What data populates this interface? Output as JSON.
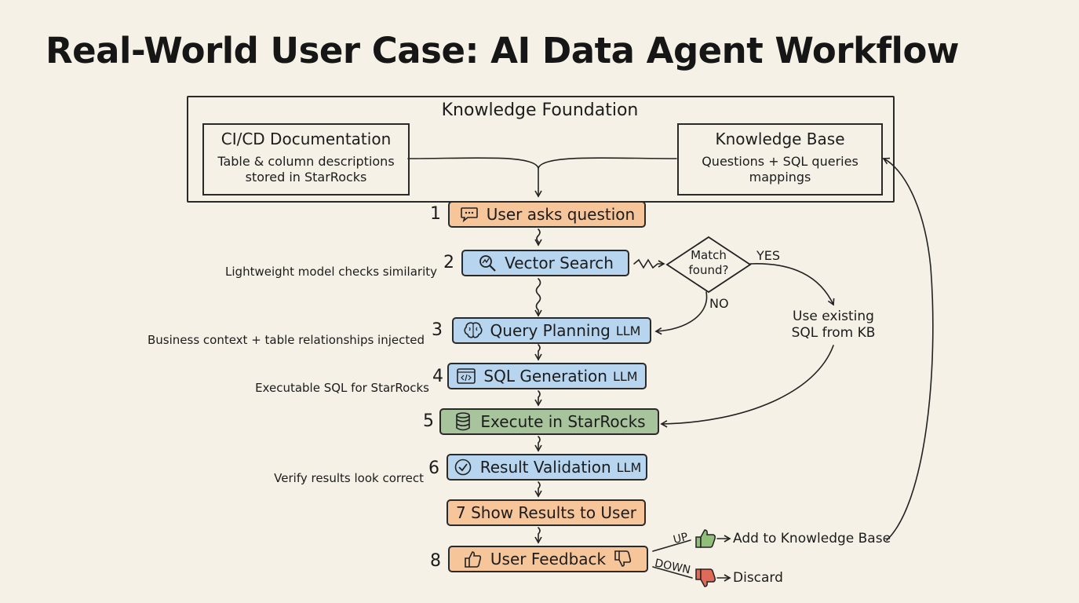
{
  "title": "Real-World User Case: AI Data Agent Workflow",
  "foundation": {
    "title": "Knowledge Foundation",
    "cicd": {
      "title": "CI/CD Documentation",
      "desc": "Table & column descriptions stored in StarRocks"
    },
    "kb": {
      "title": "Knowledge Base",
      "desc": "Questions + SQL queries mappings"
    }
  },
  "steps": [
    {
      "num": "1",
      "label": "User asks question",
      "tag": "",
      "note": "",
      "icon": "speech-bubble-icon"
    },
    {
      "num": "2",
      "label": "Vector Search",
      "tag": "",
      "note": "Lightweight model checks similarity",
      "icon": "magnifier-chart-icon"
    },
    {
      "num": "3",
      "label": "Query Planning",
      "tag": "LLM",
      "note": "Business context + table relationships injected",
      "icon": "brain-icon"
    },
    {
      "num": "4",
      "label": "SQL Generation",
      "tag": "LLM",
      "note": "Executable SQL for StarRocks",
      "icon": "code-window-icon"
    },
    {
      "num": "5",
      "label": "Execute in StarRocks",
      "tag": "",
      "note": "",
      "icon": "database-icon"
    },
    {
      "num": "6",
      "label": "Result Validation",
      "tag": "LLM",
      "note": "Verify results look correct",
      "icon": "check-circle-icon"
    },
    {
      "num": "",
      "label": "7 Show Results to User",
      "tag": "",
      "note": "",
      "icon": ""
    },
    {
      "num": "8",
      "label": "User Feedback",
      "tag": "",
      "note": "",
      "icon": "thumbs-icon"
    }
  ],
  "decision": {
    "question": "Match found?",
    "yes": "YES",
    "no": "NO",
    "yes_target": "Use existing SQL from KB"
  },
  "feedback": {
    "up": "UP",
    "up_action": "Add to Knowledge Base",
    "down": "DOWN",
    "down_action": "Discard"
  },
  "colors": {
    "orange": "#f6c59a",
    "blue": "#b7d5ee",
    "green": "#a7c49d",
    "thumb_up": "#8fbf7a",
    "thumb_down": "#e06a5a"
  }
}
